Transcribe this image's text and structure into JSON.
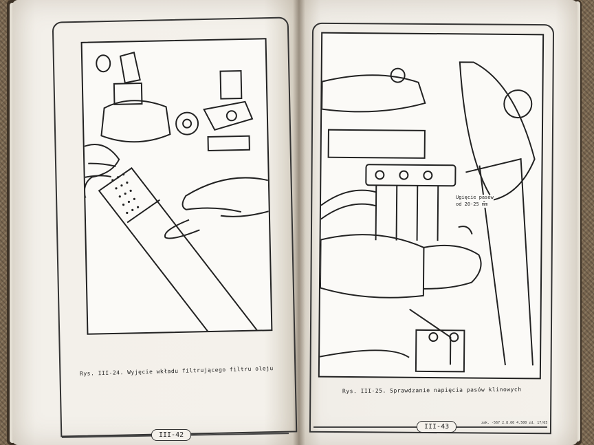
{
  "left_page": {
    "caption": "Rys. III-24. Wyjęcie wkładu filtrującego filtru oleju",
    "page_number": "III-42"
  },
  "right_page": {
    "caption": "Rys. III-25. Sprawdzanie napięcia pasów klinowych",
    "page_number": "III-43",
    "callout_line1": "Ugięcie pasów",
    "callout_line2": "od 20-25 mm",
    "print_note": "zak. -567 2.8.66 4.500 zd. 17/65"
  },
  "colors": {
    "paper": "#f4f1eb",
    "ink": "#222222",
    "carpet": "#7a6750"
  }
}
